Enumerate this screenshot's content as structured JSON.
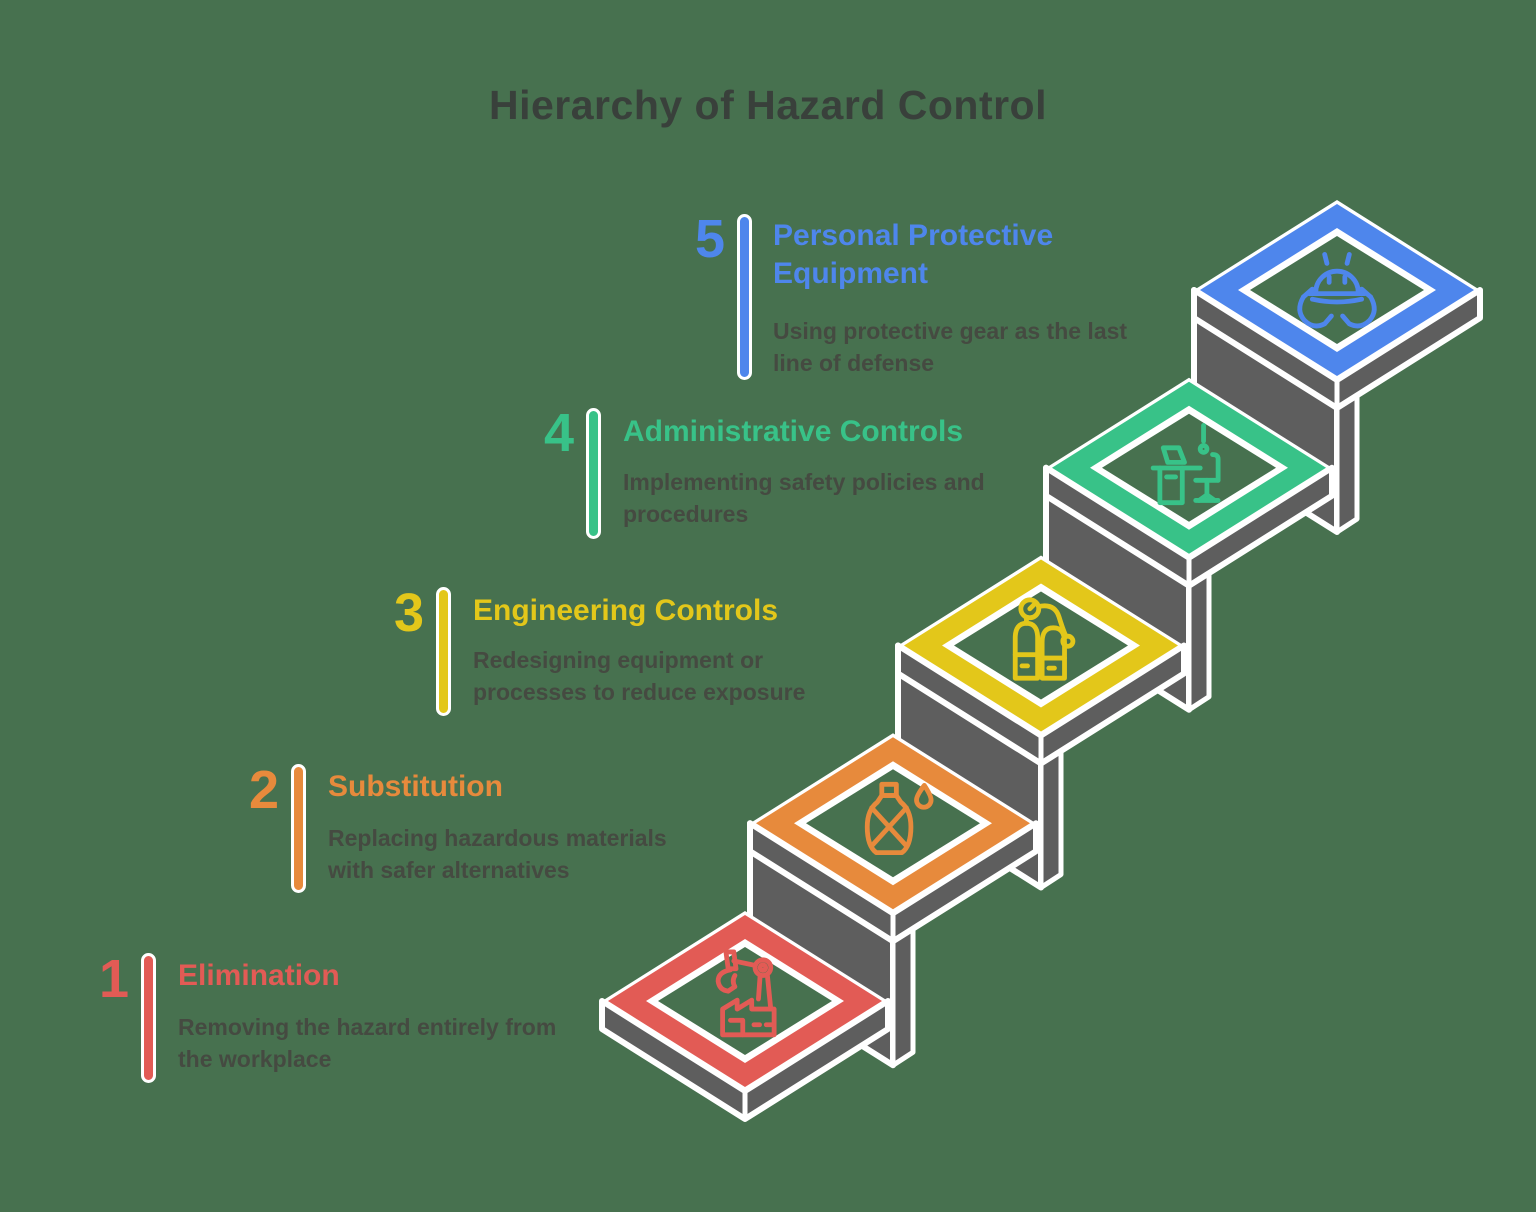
{
  "title": "Hierarchy of Hazard Control",
  "colors": {
    "background": "#47714f",
    "block_gray": "#5e5e5e",
    "outline": "#ffffff",
    "title_text": "#39403b",
    "description_text": "#454a41"
  },
  "steps": [
    {
      "number": "1",
      "label": [
        "Elimination"
      ],
      "description": [
        "Removing the hazard entirely from",
        "the workplace"
      ],
      "color": "#e25b55",
      "icon": "factory-robot-icon"
    },
    {
      "number": "2",
      "label": [
        "Substitution"
      ],
      "description": [
        "Replacing hazardous materials",
        "with safer alternatives"
      ],
      "color": "#e78a3c",
      "icon": "crossed-flask-icon"
    },
    {
      "number": "3",
      "label": [
        "Engineering Controls"
      ],
      "description": [
        "Redesigning equipment or",
        "processes to reduce exposure"
      ],
      "color": "#e3c71a",
      "icon": "gas-cylinders-icon"
    },
    {
      "number": "4",
      "label": [
        "Administrative Controls"
      ],
      "description": [
        "Implementing safety policies and",
        "procedures"
      ],
      "color": "#38c288",
      "icon": "desk-chair-icon"
    },
    {
      "number": "5",
      "label": [
        "Personal Protective",
        "Equipment"
      ],
      "description": [
        "Using protective gear as the last",
        "line of defense"
      ],
      "color": "#4e86ec",
      "icon": "hardhat-hands-icon"
    }
  ]
}
